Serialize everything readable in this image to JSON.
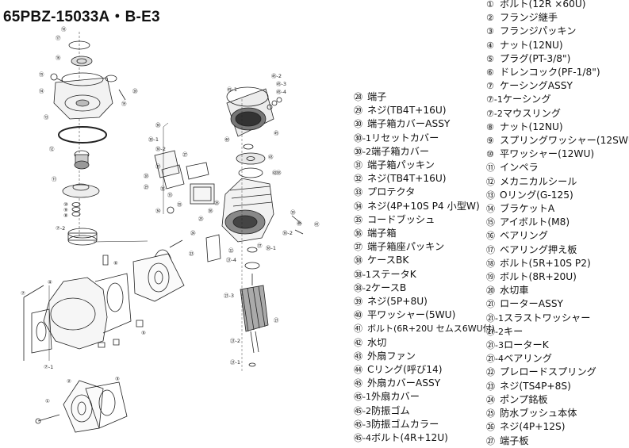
{
  "title": "65PBZ-15033A・B-E3",
  "parts_left": [
    {
      "num": "㉘",
      "name": "端子"
    },
    {
      "num": "㉙",
      "name": "ネジ(TB4T+16U)"
    },
    {
      "num": "㉚",
      "name": "端子箱カバーASSY"
    },
    {
      "num": "㉚-1",
      "name": "リセットカバー"
    },
    {
      "num": "㉚-2",
      "name": "端子箱カバー"
    },
    {
      "num": "㉛",
      "name": "端子箱パッキン"
    },
    {
      "num": "㉜",
      "name": "ネジ(TB4T+16U)"
    },
    {
      "num": "㉝",
      "name": "プロテクタ"
    },
    {
      "num": "㉞",
      "name": "ネジ(4P+10S P4 小型W)"
    },
    {
      "num": "㉟",
      "name": "コードブッシュ"
    },
    {
      "num": "㊱",
      "name": "端子箱"
    },
    {
      "num": "㊲",
      "name": "端子箱座パッキン"
    },
    {
      "num": "㊳",
      "name": "ケースBK"
    },
    {
      "num": "㊳-1",
      "name": "ステータK"
    },
    {
      "num": "㊳-2",
      "name": "ケースB"
    },
    {
      "num": "㊴",
      "name": "ネジ(5P+8U)"
    },
    {
      "num": "㊵",
      "name": "平ワッシャー(5WU)"
    },
    {
      "num": "㊶",
      "name": "ボルト(6R+20U セムス6WU付)"
    },
    {
      "num": "㊷",
      "name": "水切"
    },
    {
      "num": "㊸",
      "name": "外扇ファン"
    },
    {
      "num": "㊹",
      "name": "Cリング(呼び14)"
    },
    {
      "num": "㊺",
      "name": "外扇カバーASSY"
    },
    {
      "num": "㊺-1",
      "name": "外扇カバー"
    },
    {
      "num": "㊺-2",
      "name": "防振ゴム"
    },
    {
      "num": "㊺-3",
      "name": "防振ゴムカラー"
    },
    {
      "num": "㊺-4",
      "name": "ボルト(4R+12U)"
    }
  ],
  "parts_right": [
    {
      "num": "①",
      "name": "ボルト(12R ×60U)"
    },
    {
      "num": "②",
      "name": "フランジ継手"
    },
    {
      "num": "③",
      "name": "フランジパッキン"
    },
    {
      "num": "④",
      "name": "ナット(12NU)"
    },
    {
      "num": "⑤",
      "name": "プラグ(PT-3/8\")"
    },
    {
      "num": "⑥",
      "name": "ドレンコック(PF-1/8\")"
    },
    {
      "num": "⑦",
      "name": "ケーシングASSY"
    },
    {
      "num": "⑦-1",
      "name": "ケーシング"
    },
    {
      "num": "⑦-2",
      "name": "マウスリング"
    },
    {
      "num": "⑧",
      "name": "ナット(12NU)"
    },
    {
      "num": "⑨",
      "name": "スプリングワッシャー(12SWU)"
    },
    {
      "num": "⑩",
      "name": "平ワッシャー(12WU)"
    },
    {
      "num": "⑪",
      "name": "インペラ"
    },
    {
      "num": "⑫",
      "name": "メカニカルシール"
    },
    {
      "num": "⑬",
      "name": "Oリング(G-125)"
    },
    {
      "num": "⑭",
      "name": "ブラケットA"
    },
    {
      "num": "⑮",
      "name": "アイボルト(M8)"
    },
    {
      "num": "⑯",
      "name": "ベアリング"
    },
    {
      "num": "⑰",
      "name": "ベアリング押え板"
    },
    {
      "num": "⑱",
      "name": "ボルト(5R+10S P2)"
    },
    {
      "num": "⑲",
      "name": "ボルト(8R+20U)"
    },
    {
      "num": "⑳",
      "name": "水切車"
    },
    {
      "num": "㉑",
      "name": "ローターASSY"
    },
    {
      "num": "㉑-1",
      "name": "スラストワッシャー"
    },
    {
      "num": "㉑-2",
      "name": "キー"
    },
    {
      "num": "㉑-3",
      "name": "ローターK"
    },
    {
      "num": "㉑-4",
      "name": "ベアリング"
    },
    {
      "num": "㉒",
      "name": "プレロードスプリング"
    },
    {
      "num": "㉓",
      "name": "ネジ(TS4P+8S)"
    },
    {
      "num": "㉔",
      "name": "ポンプ銘板"
    },
    {
      "num": "㉕",
      "name": "防水ブッシュ本体"
    },
    {
      "num": "㉖",
      "name": "ネジ(4P+12S)"
    },
    {
      "num": "㉗",
      "name": "端子板"
    }
  ],
  "callouts": {
    "c17": "⑰",
    "c18": "⑱",
    "c16": "⑯",
    "c15": "⑮",
    "c14": "⑭",
    "c19": "⑲",
    "c20": "⑳",
    "c13": "⑬",
    "c12": "⑫",
    "c11": "⑪",
    "c10": "⑩",
    "c9": "⑨",
    "c8": "⑧",
    "c72": "⑦-2",
    "c6": "⑥",
    "c5": "⑤",
    "c4": "④",
    "c7": "⑦",
    "c71": "⑦-1",
    "c3": "③",
    "c2": "②",
    "c1": "①",
    "c30": "㉚",
    "c301": "㉚-1",
    "c302": "㉚-2",
    "c31": "㉛",
    "c29": "㉙",
    "c28": "㉘",
    "c32": "㉜",
    "c33": "㉝",
    "c34": "㉞",
    "c27": "㉗",
    "c35": "㉟",
    "c36": "㊱",
    "c24": "㉔",
    "c23": "㉓",
    "c25": "㉕",
    "c26": "㉖",
    "c37": "㊲",
    "c38": "㊳",
    "c381": "㊳-1",
    "c382": "㊳-2",
    "c39": "㊴",
    "c40": "㊵",
    "c41": "㊶",
    "c42": "㊷",
    "c43": "㊸",
    "c44": "㊹",
    "c451": "㊺-1",
    "c452": "㊺-2",
    "c453": "㊺-3",
    "c454": "㊺-4",
    "c45": "㊺",
    "c22": "㉒",
    "c214": "㉑-4",
    "c213": "㉑-3",
    "c21": "㉑",
    "c212": "㉑-2",
    "c211": "㉑-1"
  }
}
